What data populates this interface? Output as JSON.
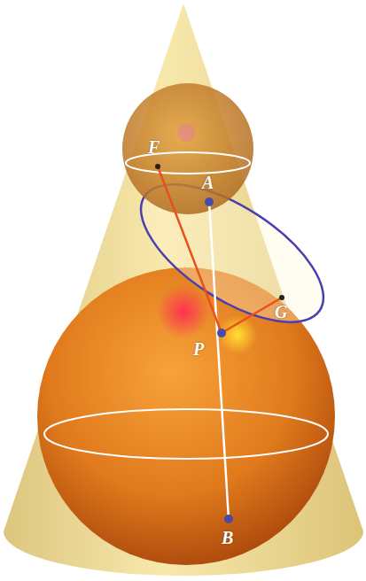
{
  "diagram": {
    "labels": [
      "A",
      "F",
      "P",
      "G",
      "B"
    ]
  }
}
